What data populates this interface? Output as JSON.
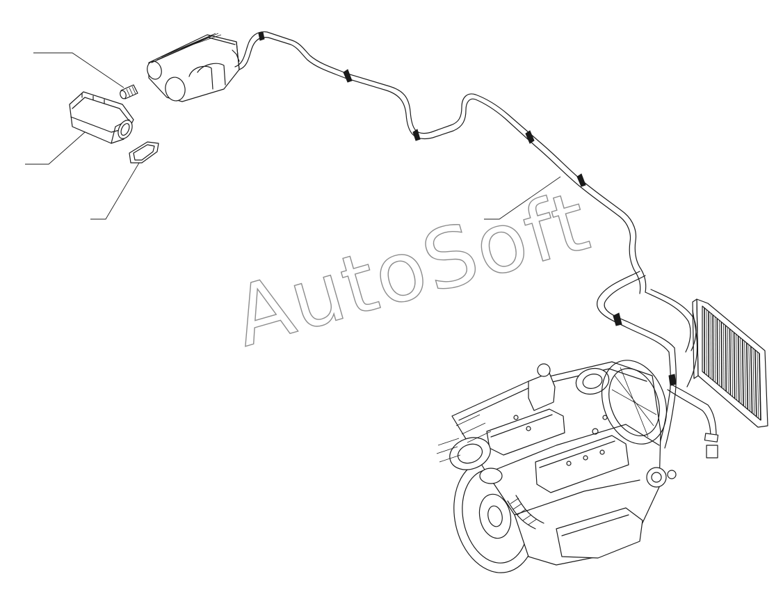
{
  "watermark": {
    "text": "AutoSoft"
  },
  "leaders": [
    "callout-1",
    "callout-2",
    "callout-3",
    "callout-4"
  ]
}
